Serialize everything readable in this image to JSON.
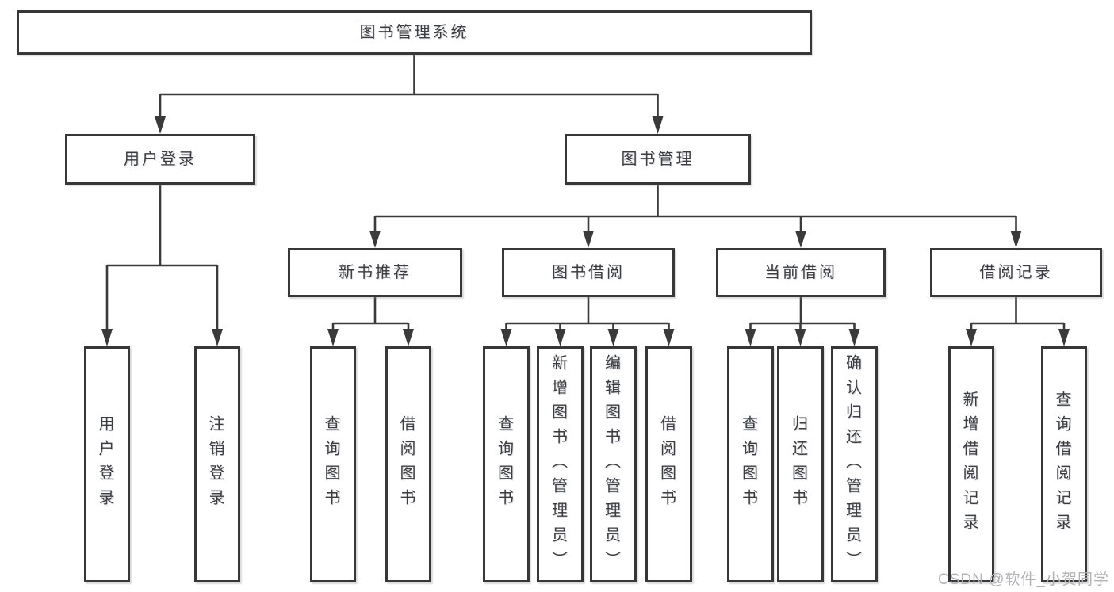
{
  "diagram": {
    "title_node": {
      "label": "图书管理系统"
    },
    "level2": [
      {
        "id": "user-login",
        "label": "用户登录"
      },
      {
        "id": "book-management",
        "label": "图书管理"
      }
    ],
    "level3": [
      {
        "id": "new-book-recommend",
        "label": "新书推荐"
      },
      {
        "id": "book-borrow",
        "label": "图书借阅"
      },
      {
        "id": "current-borrow",
        "label": "当前借阅"
      },
      {
        "id": "borrow-records",
        "label": "借阅记录"
      }
    ],
    "leaves": [
      {
        "parent": "user-login",
        "label": "用户登录"
      },
      {
        "parent": "user-login",
        "label": "注销登录"
      },
      {
        "parent": "new-book-recommend",
        "label": "查询图书"
      },
      {
        "parent": "new-book-recommend",
        "label": "借阅图书"
      },
      {
        "parent": "book-borrow",
        "label": "查询图书"
      },
      {
        "parent": "book-borrow",
        "label": "新增图书（管理员）"
      },
      {
        "parent": "book-borrow",
        "label": "编辑图书（管理员）"
      },
      {
        "parent": "book-borrow",
        "label": "借阅图书"
      },
      {
        "parent": "current-borrow",
        "label": "查询图书"
      },
      {
        "parent": "current-borrow",
        "label": "归还图书"
      },
      {
        "parent": "current-borrow",
        "label": "确认归还（管理员）"
      },
      {
        "parent": "borrow-records",
        "label": "新增借阅记录"
      },
      {
        "parent": "borrow-records",
        "label": "查询借阅记录"
      }
    ]
  },
  "watermark": {
    "text": "CSDN @软件_小贺同学"
  },
  "colors": {
    "line": "#3a3a3a",
    "border": "#373737",
    "text": "#3d3d3d",
    "background": "#ffffff",
    "watermark": "#b2b2b5"
  }
}
